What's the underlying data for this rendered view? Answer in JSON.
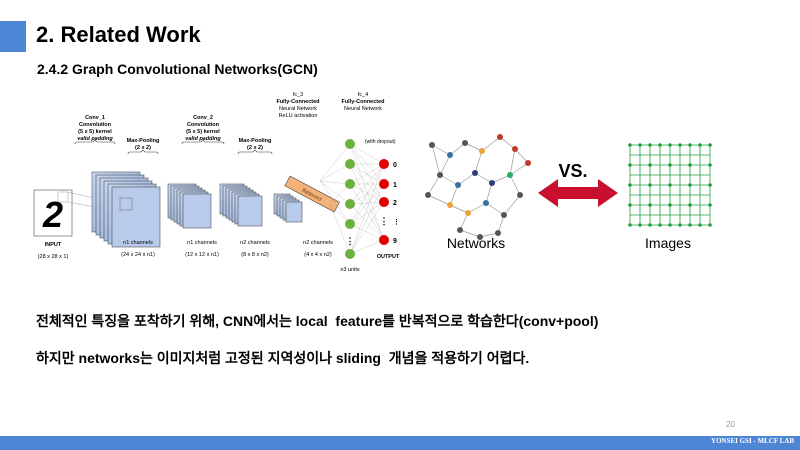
{
  "slide": {
    "title": "2. Related Work",
    "subtitle": "2.4.2 Graph Convolutional  Networks(GCN)",
    "bullets": [
      "전체적인 특징을 포착하기 위해, CNN에서는 local  feature를 반복적으로 학습한다(conv+pool)",
      "하지만 networks는 이미지처럼 고정된 지역성이나 sliding  개념을 적용하기 어렵다."
    ],
    "page_number": "20",
    "footer": "YONSEI GSI - MLCF LAB"
  },
  "cnn_figure": {
    "layers": [
      {
        "name": "Conv_1",
        "desc1": "Convolution",
        "desc2": "(5 x 5) kernel",
        "desc3": "valid padding"
      },
      {
        "name": "Max-Pooling",
        "desc1": "(2 x 2)"
      },
      {
        "name": "Conv_2",
        "desc1": "Convolution",
        "desc2": "(5 x 5) kernel",
        "desc3": "valid padding"
      },
      {
        "name": "Max-Pooling",
        "desc1": "(2 x 2)"
      },
      {
        "name": "fc_3",
        "desc1": "Fully-Connected",
        "desc2": "Neural Network",
        "desc3": "ReLU activation"
      },
      {
        "name": "fc_4",
        "desc1": "Fully-Connected",
        "desc2": "Neural Network"
      }
    ],
    "input_label": "INPUT",
    "input_dims": "(28 x 28 x 1)",
    "input_digit": "2",
    "stage_labels": [
      {
        "name": "n1 channels",
        "dims": "(24 x 24 x n1)"
      },
      {
        "name": "n1 channels",
        "dims": "(12 x 12 x n1)"
      },
      {
        "name": "n2 channels",
        "dims": "(8 x 8 x n2)"
      },
      {
        "name": "n2 channels",
        "dims": "(4 x 4 x n2)"
      }
    ],
    "flattened_label": "flattened",
    "dropout_label": "(with dropout)",
    "units_label": "n3 units",
    "output_label": "OUTPUT",
    "output_values": [
      "0",
      "1",
      "2",
      "⋮",
      "9"
    ]
  },
  "comparison": {
    "left_label": "Networks",
    "right_label": "Images",
    "vs_label": "VS."
  },
  "colors": {
    "accent": "#4e86d6",
    "arrow": "#c8102e",
    "grid_node": "#22a040",
    "output_node": "#e00000",
    "hidden_node": "#6ab23e"
  }
}
